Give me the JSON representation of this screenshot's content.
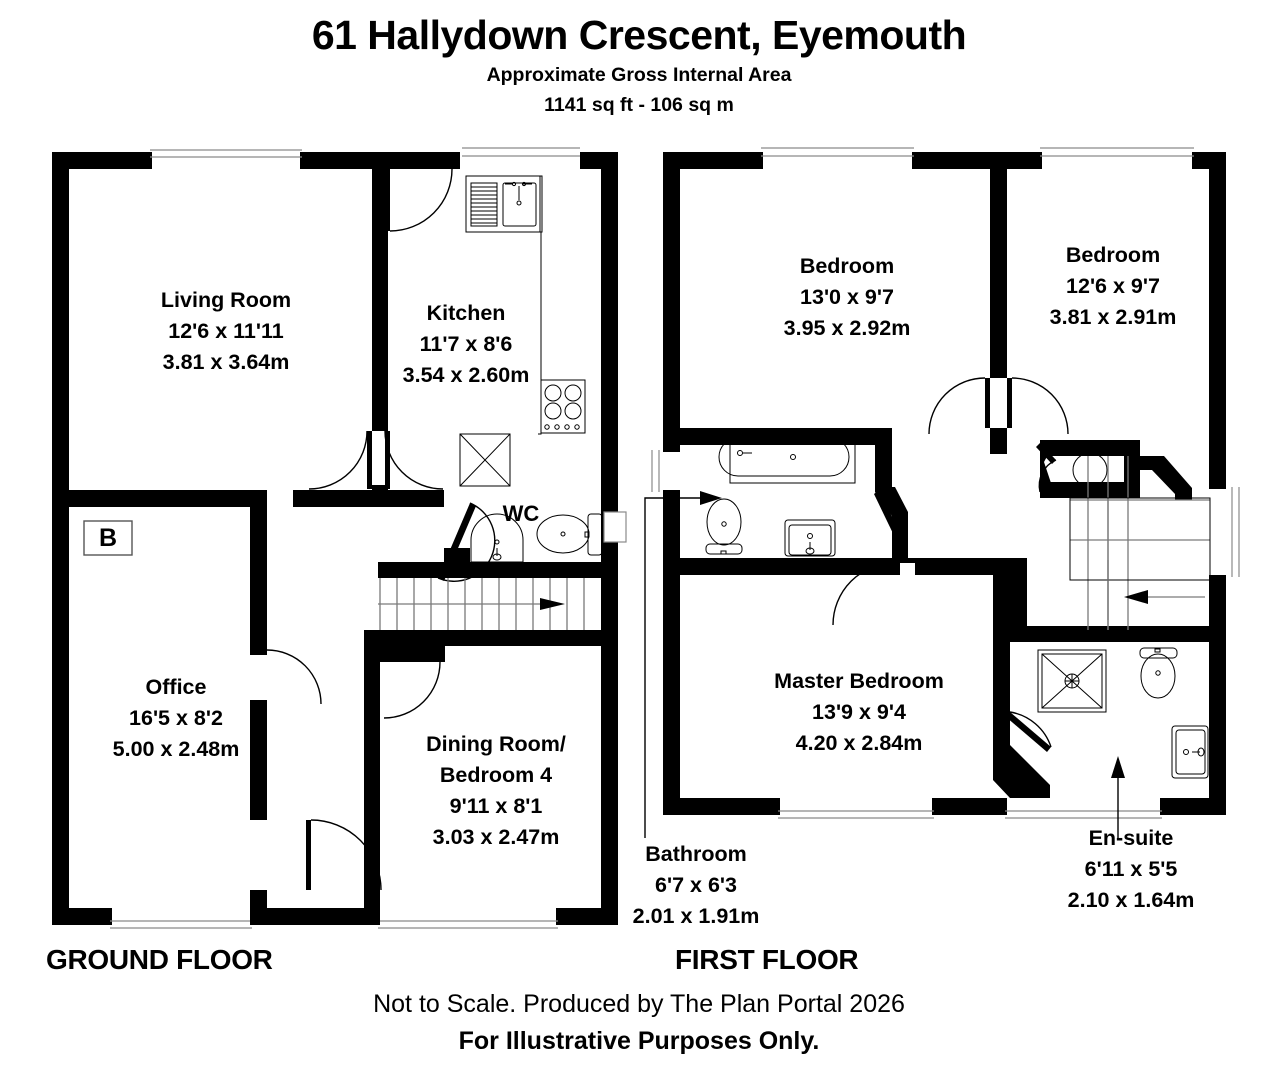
{
  "header": {
    "title": "61 Hallydown Crescent, Eyemouth",
    "area_label": "Approximate Gross Internal Area",
    "area_value": "1141 sq ft - 106 sq m"
  },
  "floors": [
    {
      "id": "ground",
      "caption": "GROUND FLOOR",
      "rooms": [
        {
          "name": "Living Room",
          "imperial": "12'6 x 11'11",
          "metric": "3.81 x 3.64m"
        },
        {
          "name": "Kitchen",
          "imperial": "11'7 x 8'6",
          "metric": "3.54 x 2.60m"
        },
        {
          "name": "WC",
          "imperial": "",
          "metric": ""
        },
        {
          "name": "Office",
          "imperial": "16'5 x 8'2",
          "metric": "5.00 x 2.48m"
        },
        {
          "name": "Dining Room/",
          "name2": "Bedroom 4",
          "imperial": "9'11 x 8'1",
          "metric": "3.03 x 2.47m"
        }
      ],
      "markers": [
        {
          "label": "B"
        }
      ]
    },
    {
      "id": "first",
      "caption": "FIRST FLOOR",
      "rooms": [
        {
          "name": "Bedroom",
          "imperial": "13'0 x 9'7",
          "metric": "3.95 x 2.92m"
        },
        {
          "name": "Bedroom",
          "imperial": "12'6 x 9'7",
          "metric": "3.81 x 2.91m"
        },
        {
          "name": "Master Bedroom",
          "imperial": "13'9 x 9'4",
          "metric": "4.20 x 2.84m"
        },
        {
          "name": "Bathroom",
          "imperial": "6'7 x 6'3",
          "metric": "2.01 x 1.91m"
        },
        {
          "name": "En-suite",
          "imperial": "6'11 x 5'5",
          "metric": "2.10 x 1.64m"
        }
      ]
    }
  ],
  "footer": {
    "line1": "Not to Scale. Produced by The Plan Portal 2026",
    "line2": "For Illustrative Purposes Only."
  },
  "colors": {
    "wall": "#000000",
    "background": "#ffffff",
    "window": "#8a8a8a",
    "stair": "#7a7a7a"
  }
}
